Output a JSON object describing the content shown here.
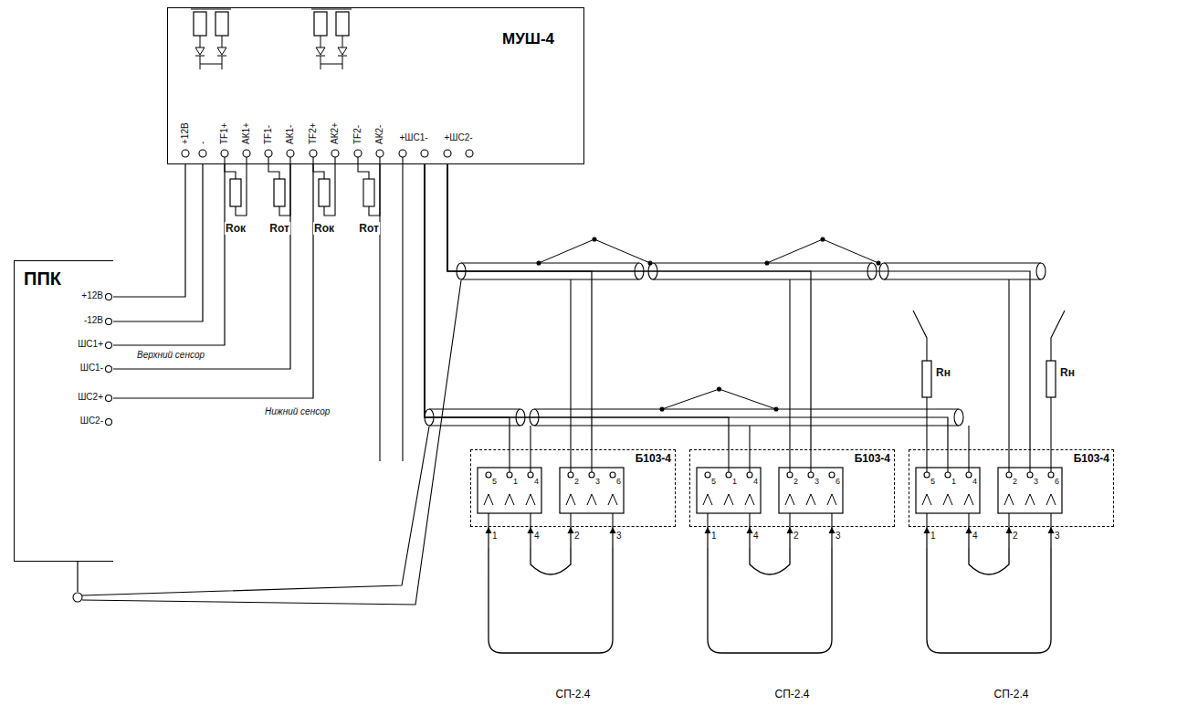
{
  "diagram": {
    "nodes": [
      {
        "text": [
          "МУШ-4"
        ]
      },
      {
        "text": [
          "ППК"
        ]
      },
      {
        "text": [
          "Б103-4"
        ]
      },
      {
        "text": [
          "Б103-4"
        ]
      },
      {
        "text": [
          "Б103-4"
        ]
      },
      {
        "text": [
          "СП-2.4"
        ]
      },
      {
        "text": [
          "СП-2.4"
        ]
      },
      {
        "text": [
          "СП-2.4"
        ]
      }
    ],
    "edges": [
      {
        "from": 0,
        "to": 1,
        "arrow": "none"
      },
      {
        "from": 0,
        "to": 1,
        "arrow": "none"
      },
      {
        "from": 0,
        "to": 1,
        "arrow": "none"
      },
      {
        "from": 0,
        "to": 1,
        "arrow": "none"
      },
      {
        "from": 0,
        "to": 1,
        "arrow": "none"
      },
      {
        "from": 0,
        "to": 2,
        "arrow": "none"
      },
      {
        "from": 0,
        "to": 3,
        "arrow": "none"
      },
      {
        "from": 0,
        "to": 4,
        "arrow": "none"
      },
      {
        "from": 0,
        "to": 2,
        "arrow": "none"
      },
      {
        "from": 0,
        "to": 3,
        "arrow": "none"
      },
      {
        "from": 0,
        "to": 4,
        "arrow": "none"
      },
      {
        "from": 5,
        "to": 2,
        "arrow": "to"
      },
      {
        "from": 5,
        "to": 2,
        "arrow": "to"
      },
      {
        "from": 5,
        "to": 2,
        "arrow": "to"
      },
      {
        "from": 5,
        "to": 2,
        "arrow": "to"
      },
      {
        "from": 6,
        "to": 3,
        "arrow": "to"
      },
      {
        "from": 6,
        "to": 3,
        "arrow": "to"
      },
      {
        "from": 6,
        "to": 3,
        "arrow": "to"
      },
      {
        "from": 6,
        "to": 3,
        "arrow": "to"
      },
      {
        "from": 7,
        "to": 4,
        "arrow": "to"
      },
      {
        "from": 7,
        "to": 4,
        "arrow": "to"
      },
      {
        "from": 7,
        "to": 4,
        "arrow": "to"
      },
      {
        "from": 7,
        "to": 4,
        "arrow": "to"
      }
    ],
    "labels": [
      "+12В",
      "-",
      "TF1+",
      "АК1+",
      "TF1-",
      "АК1-",
      "TF2+",
      "АК2+",
      "TF2-",
      "АК2-",
      "+ШС1-",
      "+ШС2-",
      "Rок",
      "Rот",
      "Rок",
      "Rот",
      "+12В",
      "-12В",
      "ШС1+",
      "ШС1-",
      "ШС2+",
      "ШС2-",
      "Верхний сенсор",
      "Нижний сенсор",
      "5",
      "1",
      "4",
      "2",
      "3",
      "6",
      "1",
      "4",
      "2",
      "3",
      "5",
      "1",
      "4",
      "2",
      "3",
      "6",
      "1",
      "4",
      "2",
      "3",
      "5",
      "1",
      "4",
      "2",
      "3",
      "6",
      "1",
      "4",
      "2",
      "3",
      "Rн",
      "Rн"
    ]
  }
}
